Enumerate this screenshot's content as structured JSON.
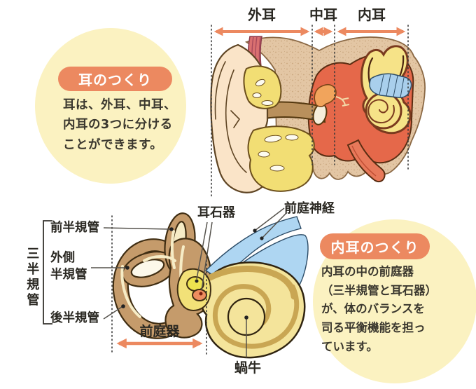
{
  "colors": {
    "accent_orange": "#EC8960",
    "bubble_yellow": "#FBF2C1",
    "nerve_blue": "#AED6F2",
    "canal_tan": "#C59B6B",
    "labyrinth_yellow": "#F6E388",
    "middle_ear_red": "#E5684A",
    "label_ink": "#2A2822"
  },
  "intro_bubble": {
    "badge": "耳のつくり",
    "body": "耳は、外耳、中耳、\n内耳の3つに分ける\nことができます。"
  },
  "inner_bubble": {
    "badge": "内耳のつくり",
    "body": "内耳の中の前庭器\n（三半規管と耳石器）\nが、体のバランスを\n司る平衡機能を担っ\nています。"
  },
  "overview": {
    "outer": "外耳",
    "middle": "中耳",
    "inner": "内耳"
  },
  "inner_ear": {
    "group": "三半規管",
    "anterior": "前半規管",
    "lateral": "外側\n半規管",
    "posterior": "後半規管",
    "otolith": "耳石器",
    "nerve": "前庭神経",
    "vestibule": "前庭器",
    "cochlea": "蝸牛"
  }
}
